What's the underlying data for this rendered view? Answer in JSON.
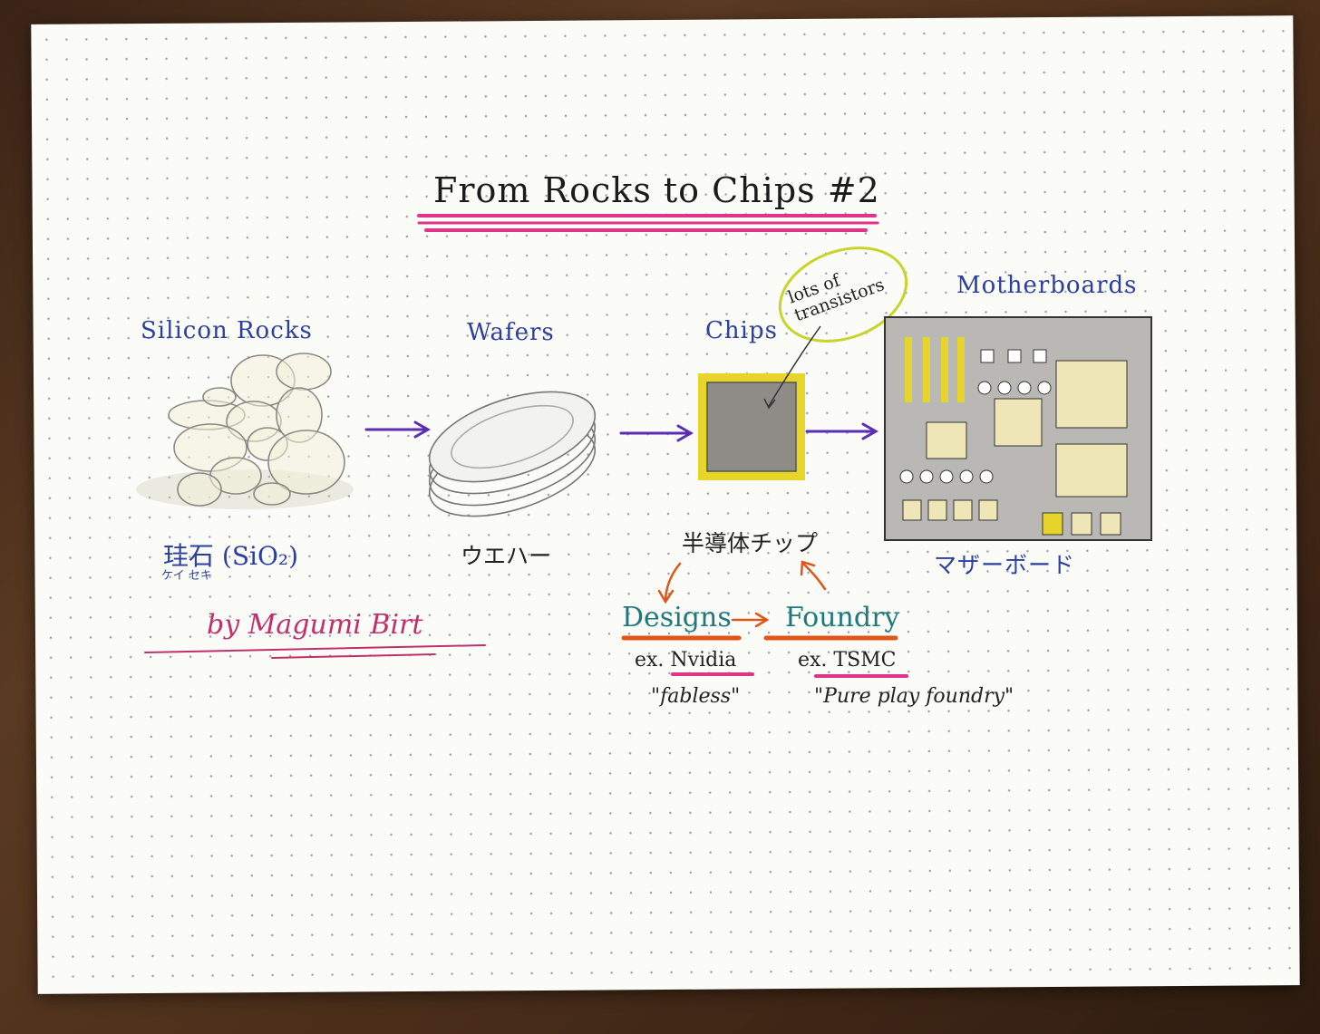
{
  "title": "From Rocks to Chips #2",
  "stages": {
    "rocks": {
      "label": "Silicon Rocks",
      "jp": "珪石 (SiO₂)",
      "furigana": "ケイ セキ"
    },
    "wafers": {
      "label": "Wafers",
      "jp": "ウエハー"
    },
    "chips": {
      "label": "Chips",
      "jp": "半導体チップ",
      "note": "lots of transistors"
    },
    "motherboards": {
      "label": "Motherboards",
      "jp": "マザーボード"
    }
  },
  "designs": {
    "label": "Designs",
    "example": "ex. Nvidia",
    "type": "\"fabless\""
  },
  "foundry": {
    "label": "Foundry",
    "example": "ex. TSMC",
    "type": "\"Pure play foundry\""
  },
  "signature": "by Magumi Birt",
  "colors": {
    "title_underline": "#e0338a",
    "label_blue": "#2b3f9e",
    "arrow_purple": "#5a2db5",
    "chip_yellow": "#e8d52a",
    "orange": "#e0561a",
    "teal": "#1e7a7a",
    "signature_red": "#c0306b"
  }
}
